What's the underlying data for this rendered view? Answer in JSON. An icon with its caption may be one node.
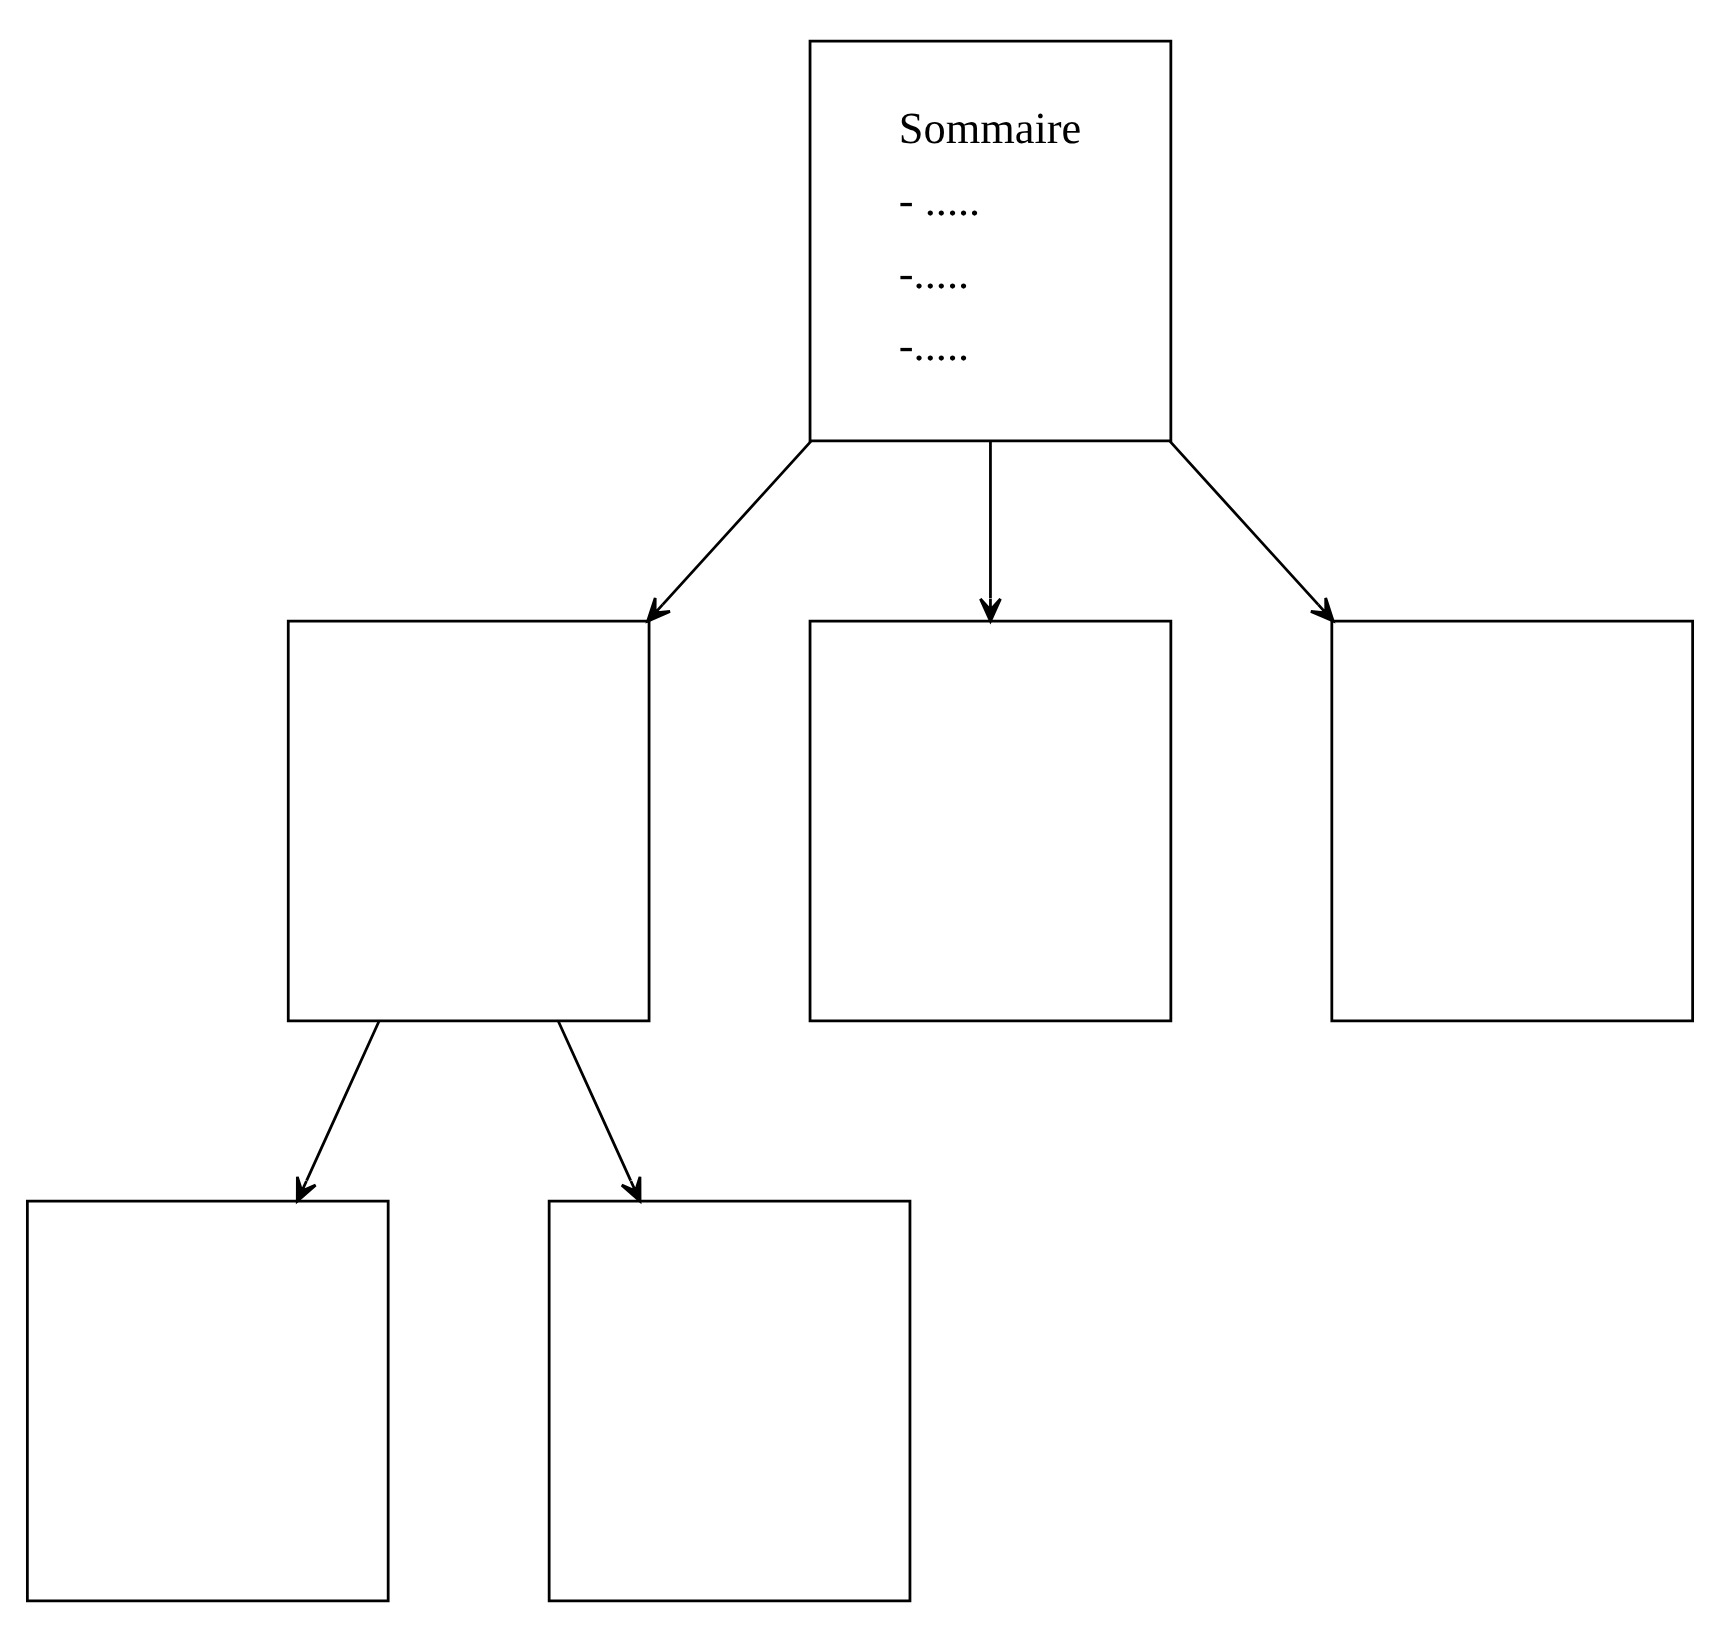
{
  "diagram": {
    "nodes": [
      {
        "text": [
          "Sommaire",
          "- .....",
          "-.....",
          "-....."
        ]
      },
      {
        "text": [],
        "shape": "box"
      },
      {
        "text": [],
        "shape": "box"
      },
      {
        "text": [],
        "shape": "box"
      },
      {
        "text": [],
        "shape": "box"
      },
      {
        "text": [],
        "shape": "box"
      }
    ],
    "edges": [
      {
        "from": 0,
        "to": 1,
        "arrow": "to"
      },
      {
        "from": 0,
        "to": 2,
        "arrow": "to"
      },
      {
        "from": 0,
        "to": 3,
        "arrow": "to"
      },
      {
        "from": 1,
        "to": 4,
        "arrow": "to"
      },
      {
        "from": 1,
        "to": 5,
        "arrow": "to"
      }
    ]
  }
}
